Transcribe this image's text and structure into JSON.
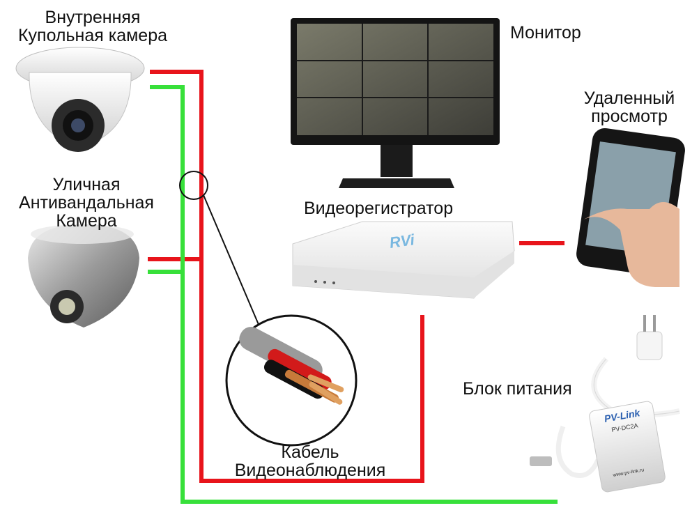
{
  "labels": {
    "indoor_camera": [
      "Внутренняя",
      "Купольная камера"
    ],
    "outdoor_camera": [
      "Уличная",
      "Антивандальная",
      "Камера"
    ],
    "monitor": "Монитор",
    "remote_view": [
      "Удаленный",
      "просмотр"
    ],
    "dvr": "Видеорегистратор",
    "power_supply": "Блок питания",
    "cable": [
      "Кабель",
      "Видеонаблюдения"
    ]
  },
  "branding": {
    "dvr_logo": "RVi",
    "psu_brand": "PV-Link",
    "psu_model": "PV-DC2A",
    "psu_site": "www.pv-link.ru"
  },
  "colors": {
    "video_line": "#e8141b",
    "power_line": "#37e03a"
  }
}
